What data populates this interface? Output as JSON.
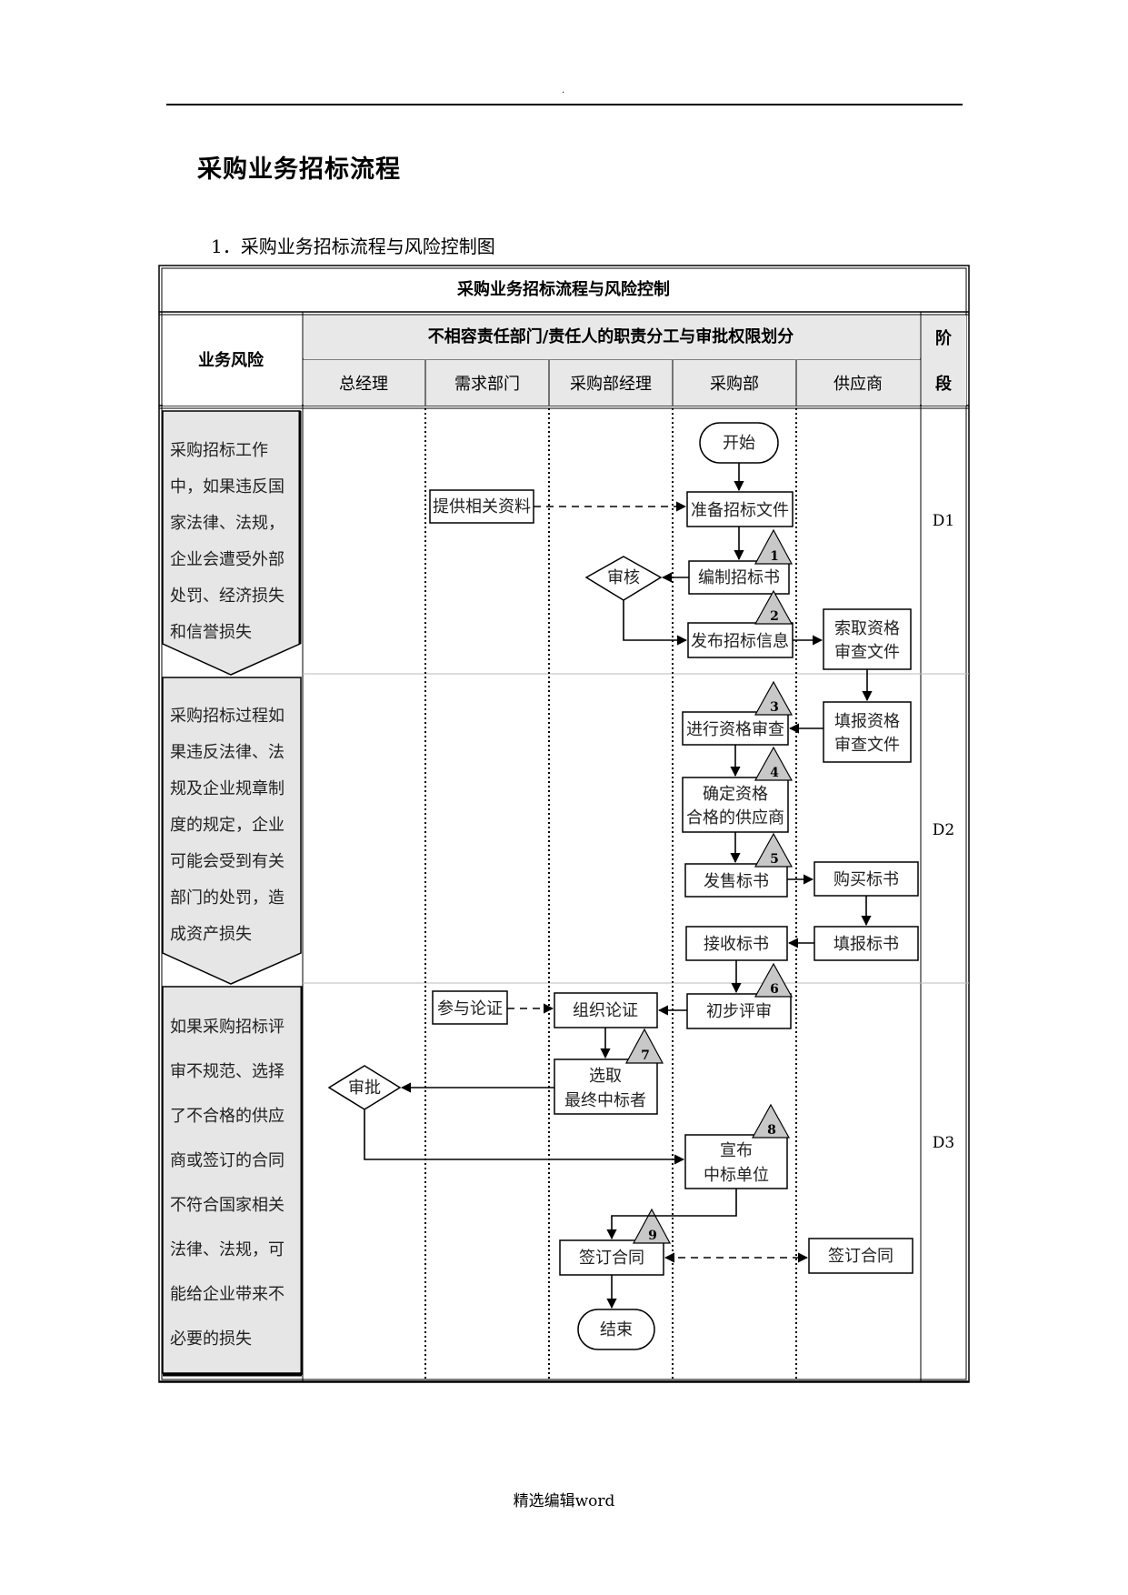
{
  "page": {
    "top_mark": ".",
    "title": "采购业务招标流程",
    "section_heading": "1．采购业务招标流程与风险控制图",
    "footer": "精选编辑word"
  },
  "table": {
    "title": "采购业务招标流程与风险控制",
    "risk_header": "业务风险",
    "duty_header": "不相容责任部门/责任人的职责分工与审批权限划分",
    "stage_header": [
      "阶",
      "段"
    ],
    "columns": [
      "总经理",
      "需求部门",
      "采购部经理",
      "采购部",
      "供应商"
    ],
    "stages": [
      {
        "code": "D1",
        "risk": "采购招标工作中，如果违反国家法律、法规，企业会遭受外部处罚、经济损失和信誉损失"
      },
      {
        "code": "D2",
        "risk": "采购招标过程如果违反法律、法规及企业规章制度的规定，企业可能会受到有关部门的处罚，造成资产损失"
      },
      {
        "code": "D3",
        "risk": "如果采购招标评审不规范、选择了不合格的供应商或签订的合同不符合国家相关法律、法规，可能给企业带来不必要的损失"
      }
    ]
  },
  "flow": {
    "start": "开始",
    "end": "结束",
    "provide_materials": "提供相关资料",
    "prepare_docs": "准备招标文件",
    "review": "审核",
    "compile_bid": "编制招标书",
    "publish_info": "发布招标信息",
    "request_docs": [
      "索取资格",
      "审查文件"
    ],
    "fill_docs": [
      "填报资格",
      "审查文件"
    ],
    "qualification_review": "进行资格审查",
    "confirm_suppliers": [
      "确定资格",
      "合格的供应商"
    ],
    "sell_bid": "发售标书",
    "buy_bid": "购买标书",
    "receive_bid": "接收标书",
    "submit_bid": "填报标书",
    "join_demo": "参与论证",
    "organize_demo": "组织论证",
    "initial_eval": "初步评审",
    "select_winner": [
      "选取",
      "最终中标者"
    ],
    "approve": "审批",
    "announce_winner": [
      "宣布",
      "中标单位"
    ],
    "sign_contract_buyer": "签订合同",
    "sign_contract_supplier": "签订合同",
    "control_points": [
      "1",
      "2",
      "3",
      "4",
      "5",
      "6",
      "7",
      "8",
      "9"
    ]
  }
}
